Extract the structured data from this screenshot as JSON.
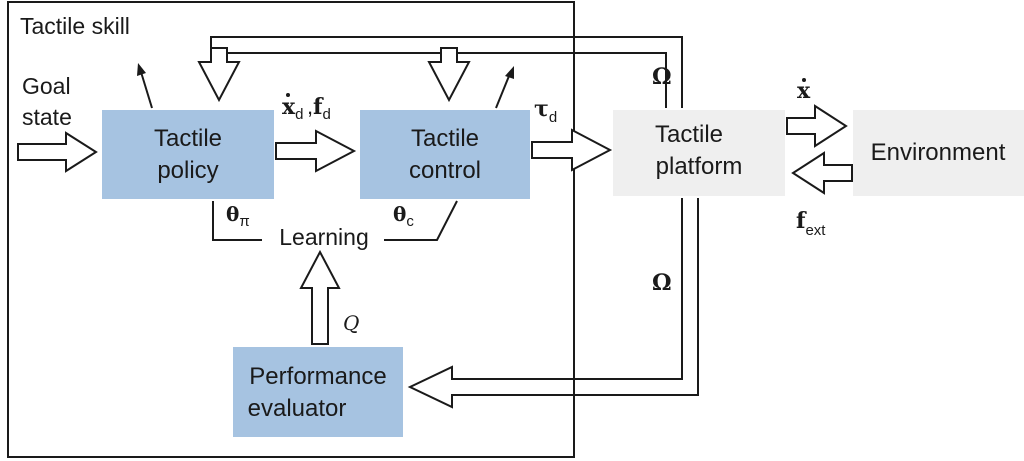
{
  "frame": {
    "label": "Tactile skill"
  },
  "nodes": {
    "policy": {
      "line1": "Tactile",
      "line2": "policy"
    },
    "control": {
      "line1": "Tactile",
      "line2": "control"
    },
    "platform": {
      "line1": "Tactile",
      "line2": "platform"
    },
    "environment": {
      "label": "Environment"
    },
    "evaluator": {
      "line1": "Performance",
      "line2": "evaluator"
    },
    "learning": {
      "label": "Learning"
    }
  },
  "inputs": {
    "goal_line1": "Goal",
    "goal_line2": "state"
  },
  "edge_labels": {
    "xd": {
      "sym": "x",
      "sub": "d"
    },
    "fd": {
      "sym": "f",
      "sub": "d"
    },
    "tau": {
      "sym": "τ",
      "sub": "d"
    },
    "omega_top": "Ω",
    "omega_bottom": "Ω",
    "xdot": {
      "sym": "x"
    },
    "fext": {
      "sym": "f",
      "sub": "ext"
    },
    "theta_pi": {
      "sym": "θ",
      "sub": "π"
    },
    "theta_c": {
      "sym": "θ",
      "sub": "c"
    },
    "quality": "Q"
  },
  "colors": {
    "blue_box": "#a6c3e1",
    "gray_box": "#efefef",
    "ink": "#1a1a1a"
  }
}
